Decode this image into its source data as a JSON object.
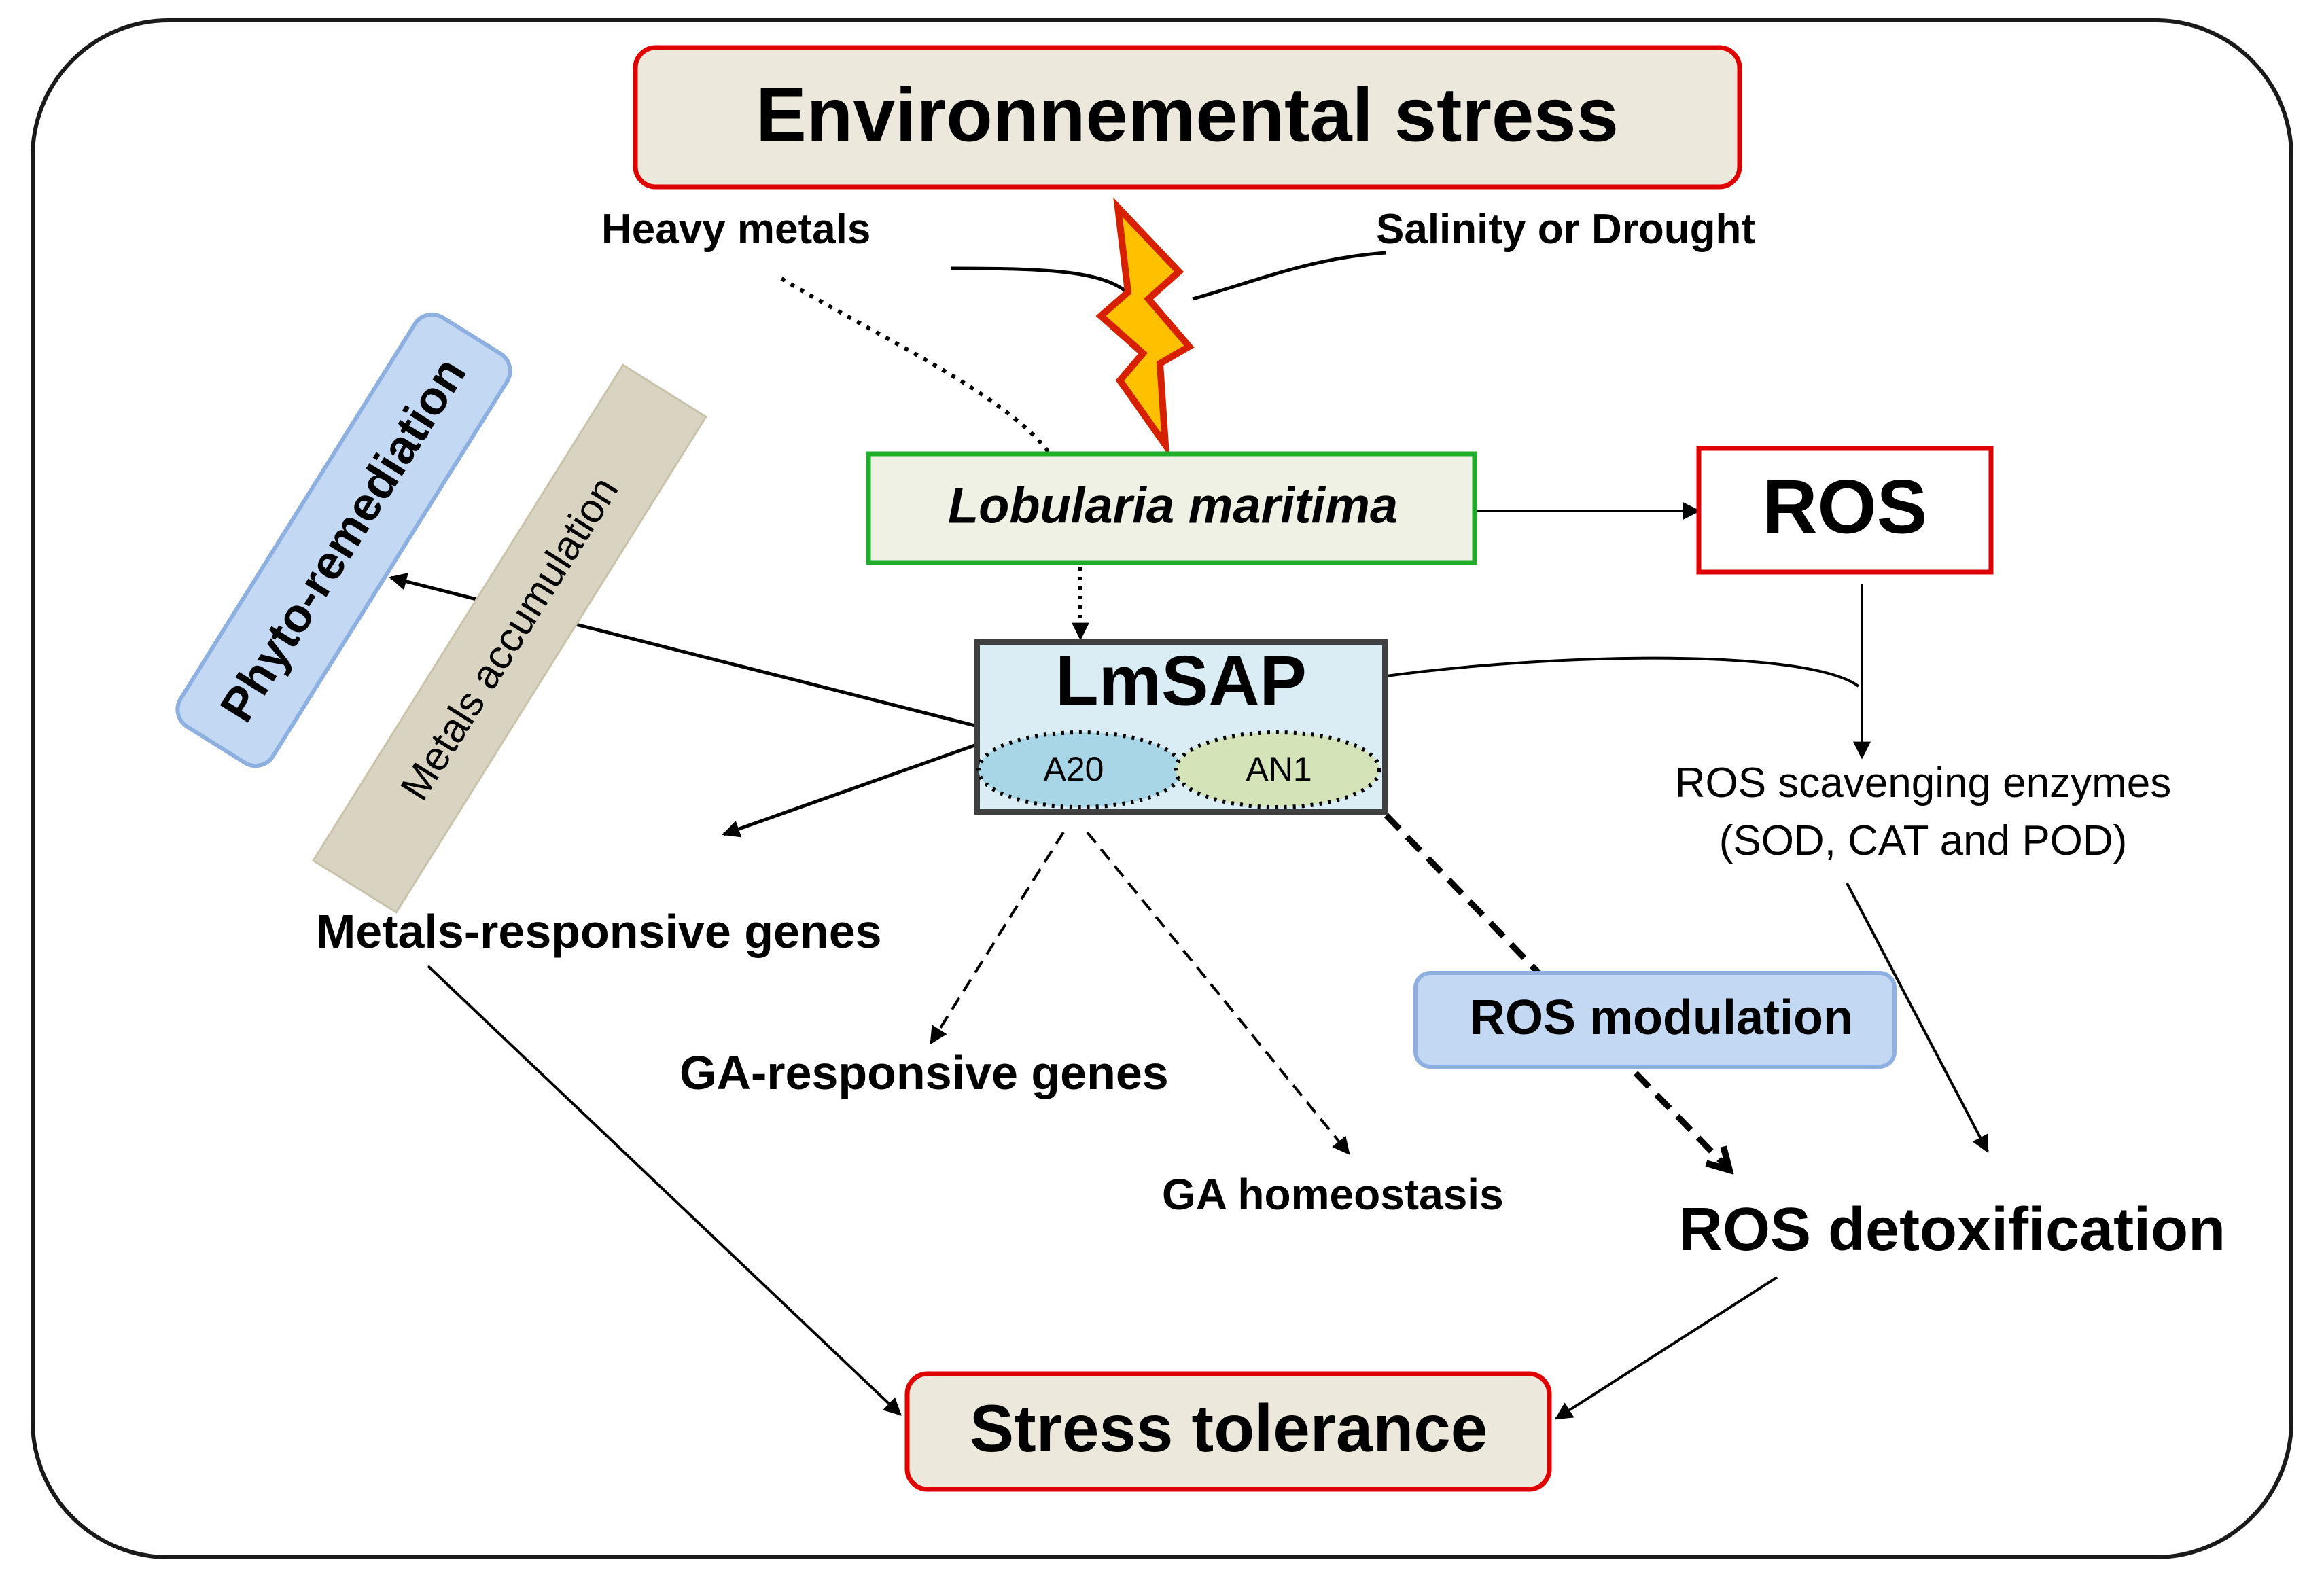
{
  "nodes": {
    "env_stress": "Environnemental stress",
    "heavy_metals": "Heavy metals",
    "salinity": "Salinity or Drought",
    "lobularia": "Lobularia maritima",
    "ros": "ROS",
    "lmsap": "LmSAP",
    "a20": "A20",
    "an1": "AN1",
    "phyto": "Phyto-remediation",
    "metals_acc": "Metals accumulation",
    "ros_enzymes_1": "ROS scavenging enzymes",
    "ros_enzymes_2": "(SOD, CAT and POD)",
    "metals_genes": "Metals-responsive genes",
    "ga_genes": "GA-responsive genes",
    "ga_homeo": "GA homeostasis",
    "ros_mod": "ROS modulation",
    "ros_detox": "ROS detoxification",
    "stress_tol": "Stress tolerance"
  },
  "colors": {
    "red_border": "#e00000",
    "beige_fill": "#ece8dc",
    "green_border": "#1fad2a",
    "green_fill": "#eef1e3",
    "lmsap_fill": "#daedf4",
    "a20_fill": "#a9d6e6",
    "an1_fill": "#d5e4b8",
    "blue_fill": "#c3d8f2",
    "blue_border": "#8db0e0",
    "tan_fill": "#d9d4c2",
    "bolt_fill": "#ffc000",
    "bolt_stroke": "#d62000"
  },
  "icons": {
    "stress_symbol": "lightning-bolt-icon"
  }
}
